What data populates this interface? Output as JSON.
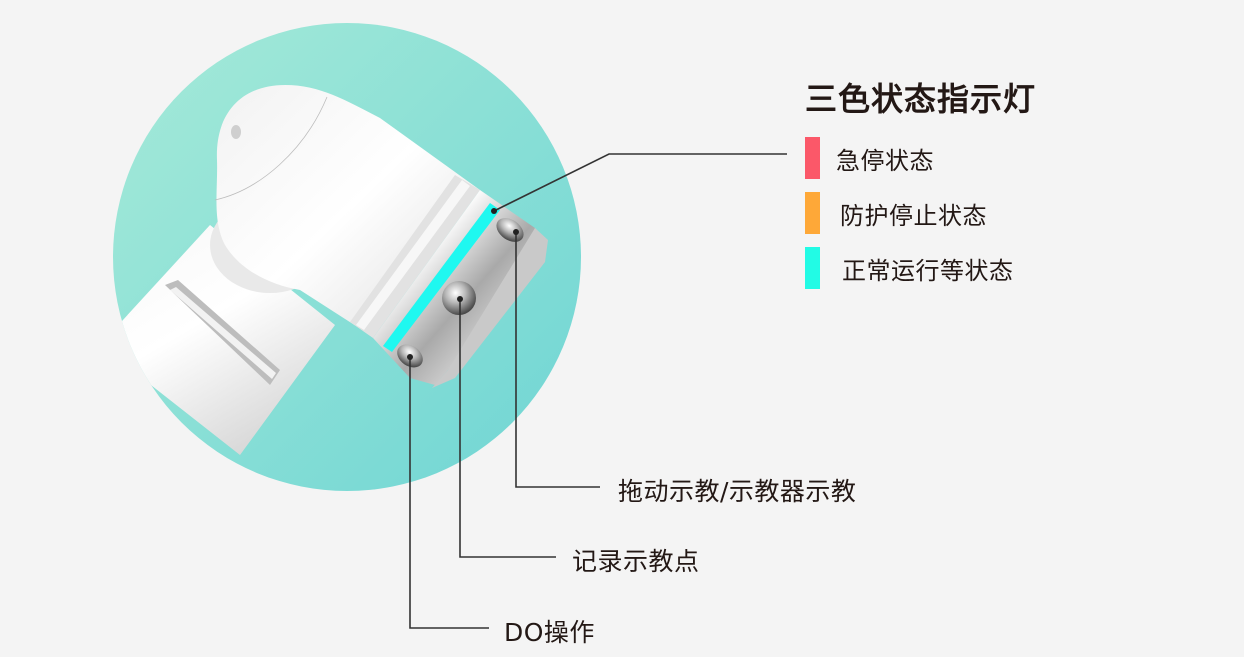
{
  "legend": {
    "title": "三色状态指示灯",
    "items": [
      {
        "label": "急停状态",
        "color": "#fb5869"
      },
      {
        "label": "防护停止状态",
        "color": "#fea838"
      },
      {
        "label": "正常运行等状态",
        "color": "#22fbe5"
      }
    ]
  },
  "callouts": [
    {
      "label": "拖动示教/示教器示教",
      "target": "top-button"
    },
    {
      "label": "记录示教点",
      "target": "middle-button"
    },
    {
      "label": "DO操作",
      "target": "bottom-button"
    }
  ],
  "colors": {
    "background": "#f4f4f4",
    "circle_top": "#a3e9d7",
    "circle_bottom": "#72d6d4",
    "indicator_ring": "#1ff8f0",
    "leader_line": "#333333",
    "text": "#231815"
  }
}
